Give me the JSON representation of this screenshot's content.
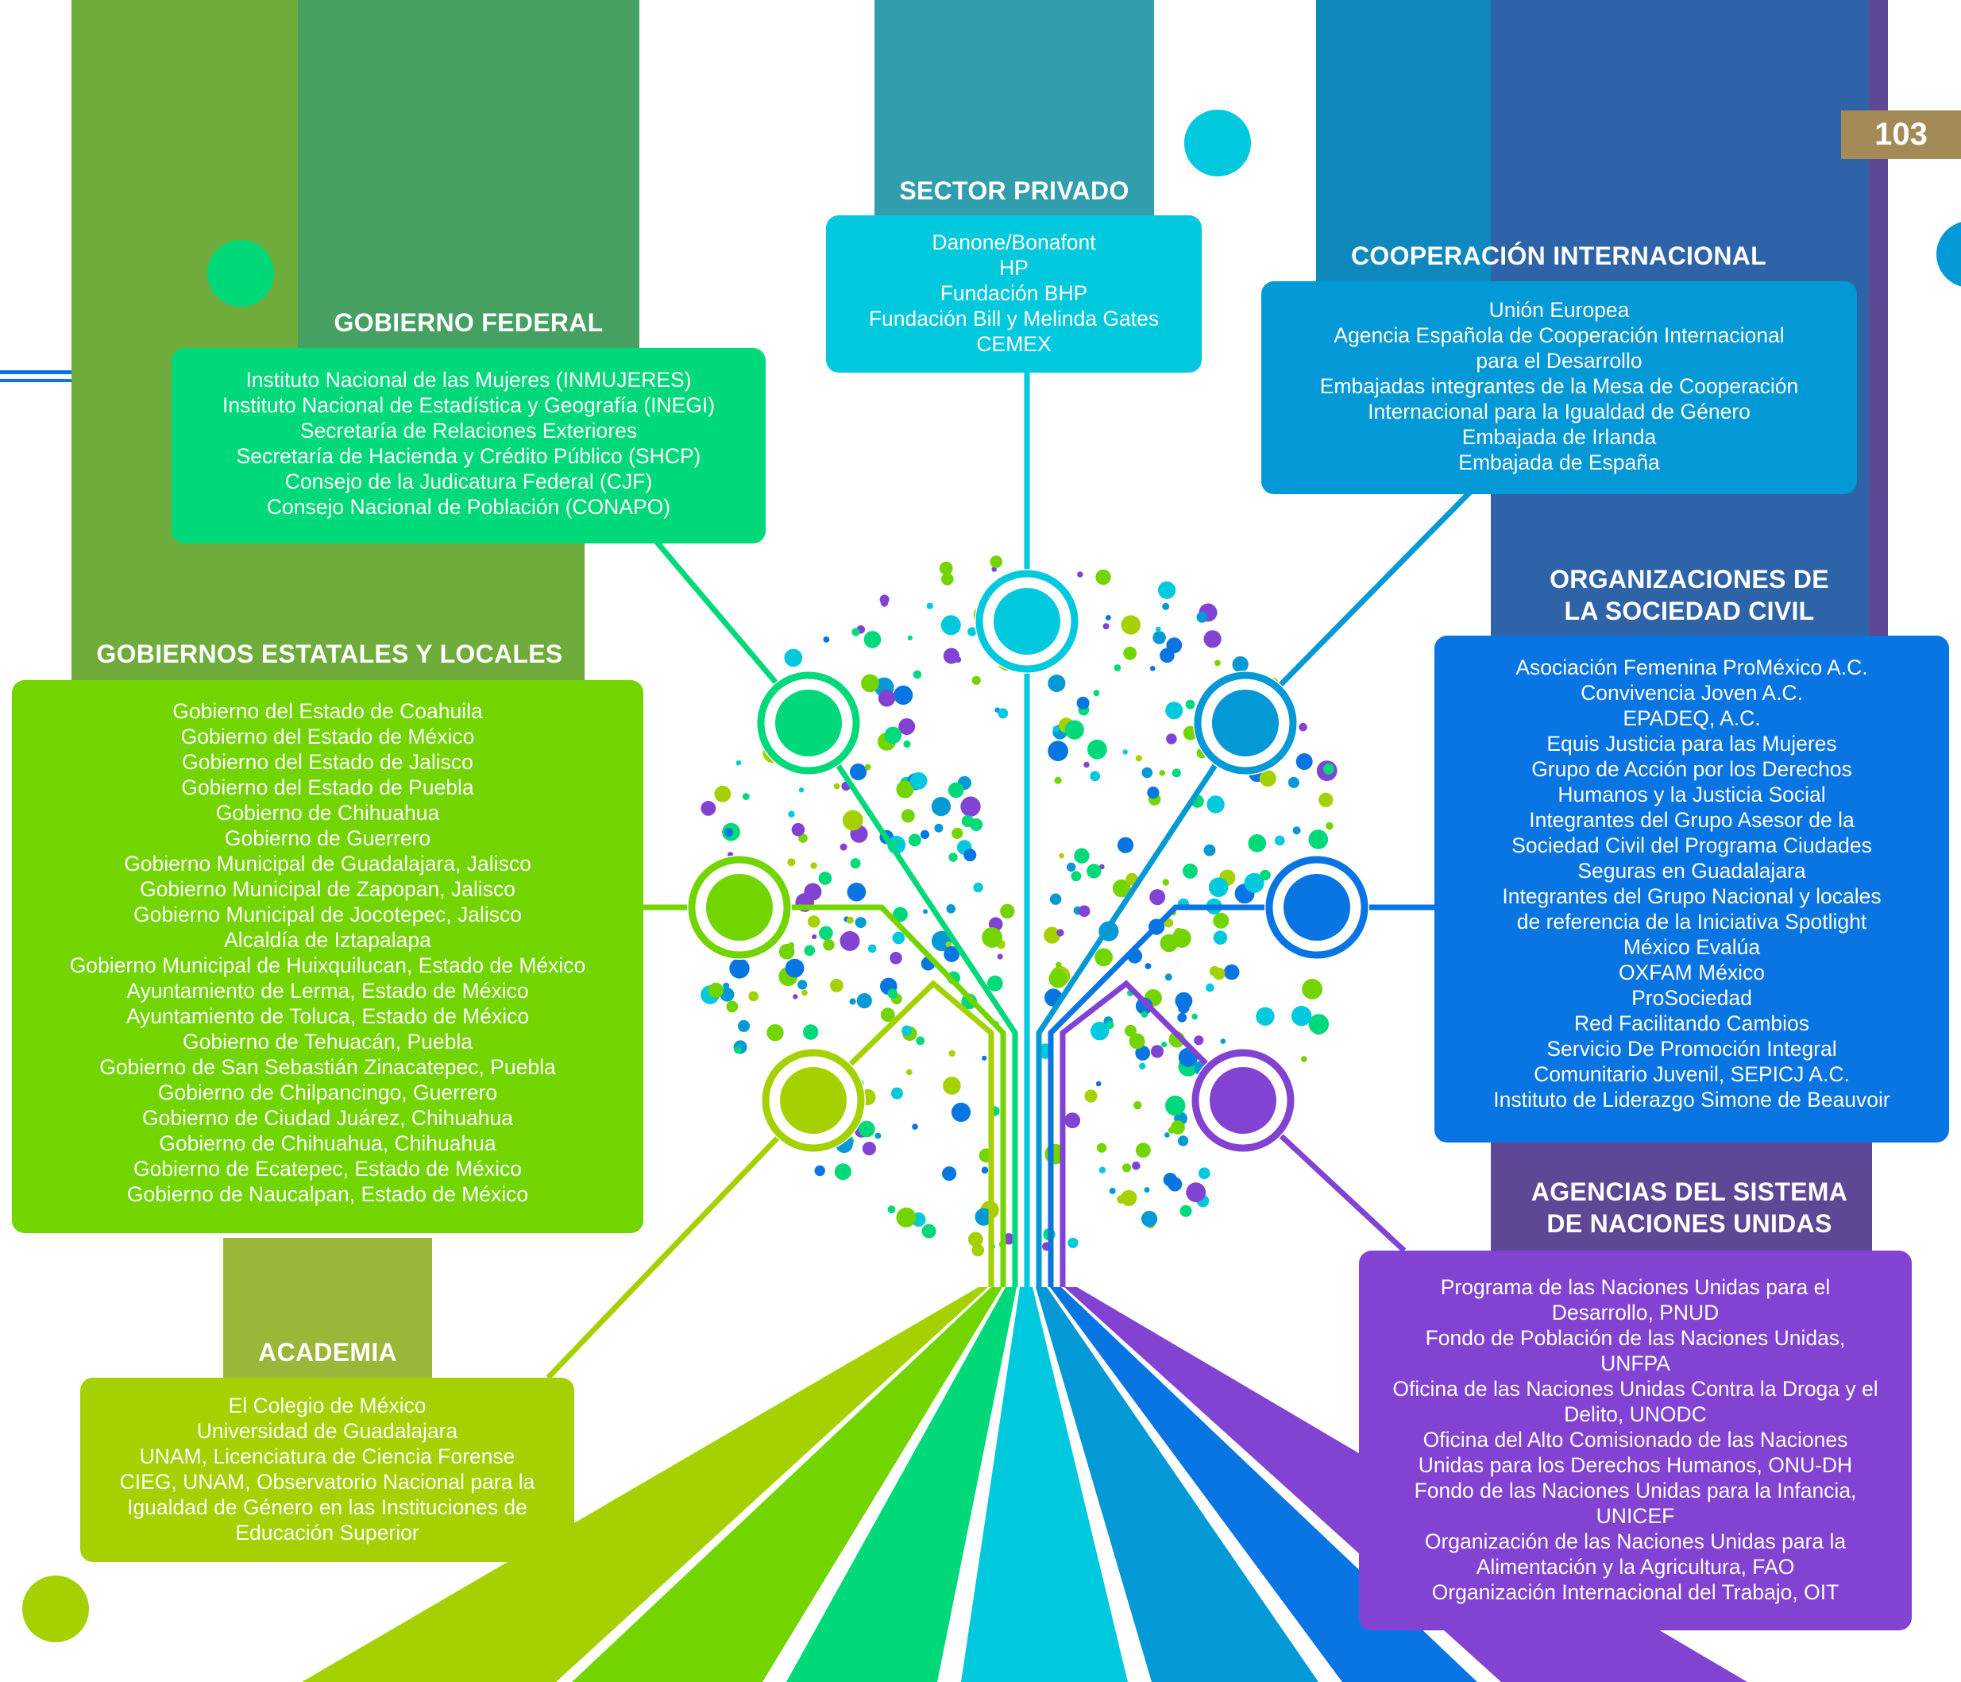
{
  "page_number": "103",
  "colors": {
    "federal": "#00d97a",
    "estatales": "#72d500",
    "academia": "#a5d100",
    "privado": "#00c9dd",
    "cooperacion": "#0398d6",
    "osc": "#0875e2",
    "onu": "#8243d3"
  },
  "sections": {
    "federal": {
      "title": "GOBIERNO FEDERAL",
      "items": [
        "Instituto Nacional de las Mujeres (INMUJERES)",
        "Instituto Nacional de Estadística y Geografía (INEGI)",
        "Secretaría de Relaciones Exteriores",
        "Secretaría de Hacienda y Crédito Público (SHCP)",
        "Consejo de la Judicatura Federal (CJF)",
        "Consejo Nacional de Población (CONAPO)"
      ]
    },
    "estatales": {
      "title": "GOBIERNOS ESTATALES Y LOCALES",
      "items": [
        "Gobierno del Estado de Coahuila",
        "Gobierno del Estado de México",
        "Gobierno del Estado de Jalisco",
        "Gobierno del Estado de Puebla",
        "Gobierno de Chihuahua",
        "Gobierno de Guerrero",
        "Gobierno Municipal de Guadalajara, Jalisco",
        "Gobierno Municipal de Zapopan, Jalisco",
        "Gobierno Municipal de Jocotepec, Jalisco",
        "Alcaldía de Iztapalapa",
        "Gobierno Municipal de Huixquilucan, Estado de México",
        "Ayuntamiento de Lerma, Estado de México",
        "Ayuntamiento de Toluca, Estado de México",
        "Gobierno de Tehuacán, Puebla",
        "Gobierno de San Sebastián Zinacatepec, Puebla",
        "Gobierno de Chilpancingo, Guerrero",
        "Gobierno de Ciudad Juárez, Chihuahua",
        "Gobierno de Chihuahua, Chihuahua",
        "Gobierno de Ecatepec, Estado de México",
        "Gobierno de Naucalpan, Estado de México"
      ]
    },
    "academia": {
      "title": "ACADEMIA",
      "items": [
        "El Colegio de México",
        "Universidad de Guadalajara",
        "UNAM, Licenciatura de Ciencia Forense",
        "CIEG, UNAM, Observatorio Nacional para la",
        "Igualdad de Género en las Instituciones de",
        "Educación Superior"
      ]
    },
    "privado": {
      "title": "SECTOR PRIVADO",
      "items": [
        "Danone/Bonafont",
        "HP",
        "Fundación BHP",
        "Fundación Bill y Melinda Gates",
        "CEMEX"
      ]
    },
    "cooperacion": {
      "title": "COOPERACIÓN INTERNACIONAL",
      "items": [
        "Unión Europea",
        "Agencia Española de Cooperación Internacional",
        "para el Desarrollo",
        "Embajadas integrantes de la Mesa de Cooperación",
        "Internacional para la Igualdad de Género",
        "Embajada de Irlanda",
        "Embajada de España"
      ]
    },
    "osc": {
      "title_lines": [
        "ORGANIZACIONES DE",
        "LA SOCIEDAD CIVIL"
      ],
      "items": [
        "Asociación Femenina ProMéxico A.C.",
        "Convivencia Joven A.C.",
        "EPADEQ, A.C.",
        "Equis Justicia para las Mujeres",
        "Grupo de Acción por los Derechos",
        "Humanos y la Justicia Social",
        "Integrantes del Grupo Asesor de la",
        "Sociedad Civil del Programa Ciudades",
        "Seguras en Guadalajara",
        "Integrantes del Grupo Nacional y locales",
        "de referencia de la Iniciativa Spotlight",
        "México Evalúa",
        "OXFAM México",
        "ProSociedad",
        "Red Facilitando Cambios",
        "Servicio De Promoción Integral",
        "Comunitario Juvenil, SEPICJ A.C.",
        "Instituto de Liderazgo Simone de Beauvoir"
      ]
    },
    "onu": {
      "title_lines": [
        "AGENCIAS DEL SISTEMA",
        "DE NACIONES UNIDAS"
      ],
      "items": [
        "Programa de las Naciones Unidas para el",
        "Desarrollo, PNUD",
        "Fondo de Población de las Naciones Unidas,",
        "UNFPA",
        "Oficina de las Naciones Unidas Contra la Droga y el",
        "Delito, UNODC",
        "Oficina del Alto Comisionado de las Naciones",
        "Unidas para los Derechos Humanos, ONU-DH",
        "Fondo de las Naciones Unidas para la Infancia,",
        "UNICEF",
        "Organización de las Naciones Unidas para la",
        "Alimentación y la Agricultura, FAO",
        "Organización Internacional del Trabajo, OIT"
      ]
    }
  }
}
